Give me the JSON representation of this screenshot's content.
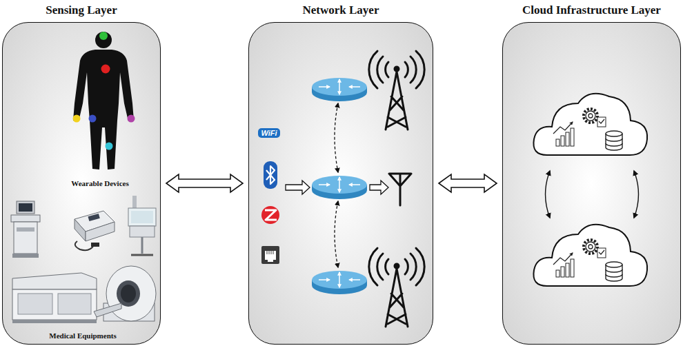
{
  "diagram": {
    "nodes": [
      {
        "text": [
          "Sensing Layer"
        ]
      },
      {
        "text": [
          "Network Layer"
        ]
      },
      {
        "text": [
          "Cloud Infrastructure Layer"
        ]
      }
    ],
    "edges": [
      {
        "from": 0,
        "to": 1,
        "arrow": "both"
      },
      {
        "from": 1,
        "to": 2,
        "arrow": "both"
      }
    ],
    "labels": [
      "Wearable Devices",
      "Medical Equipments",
      "WiFi"
    ]
  }
}
